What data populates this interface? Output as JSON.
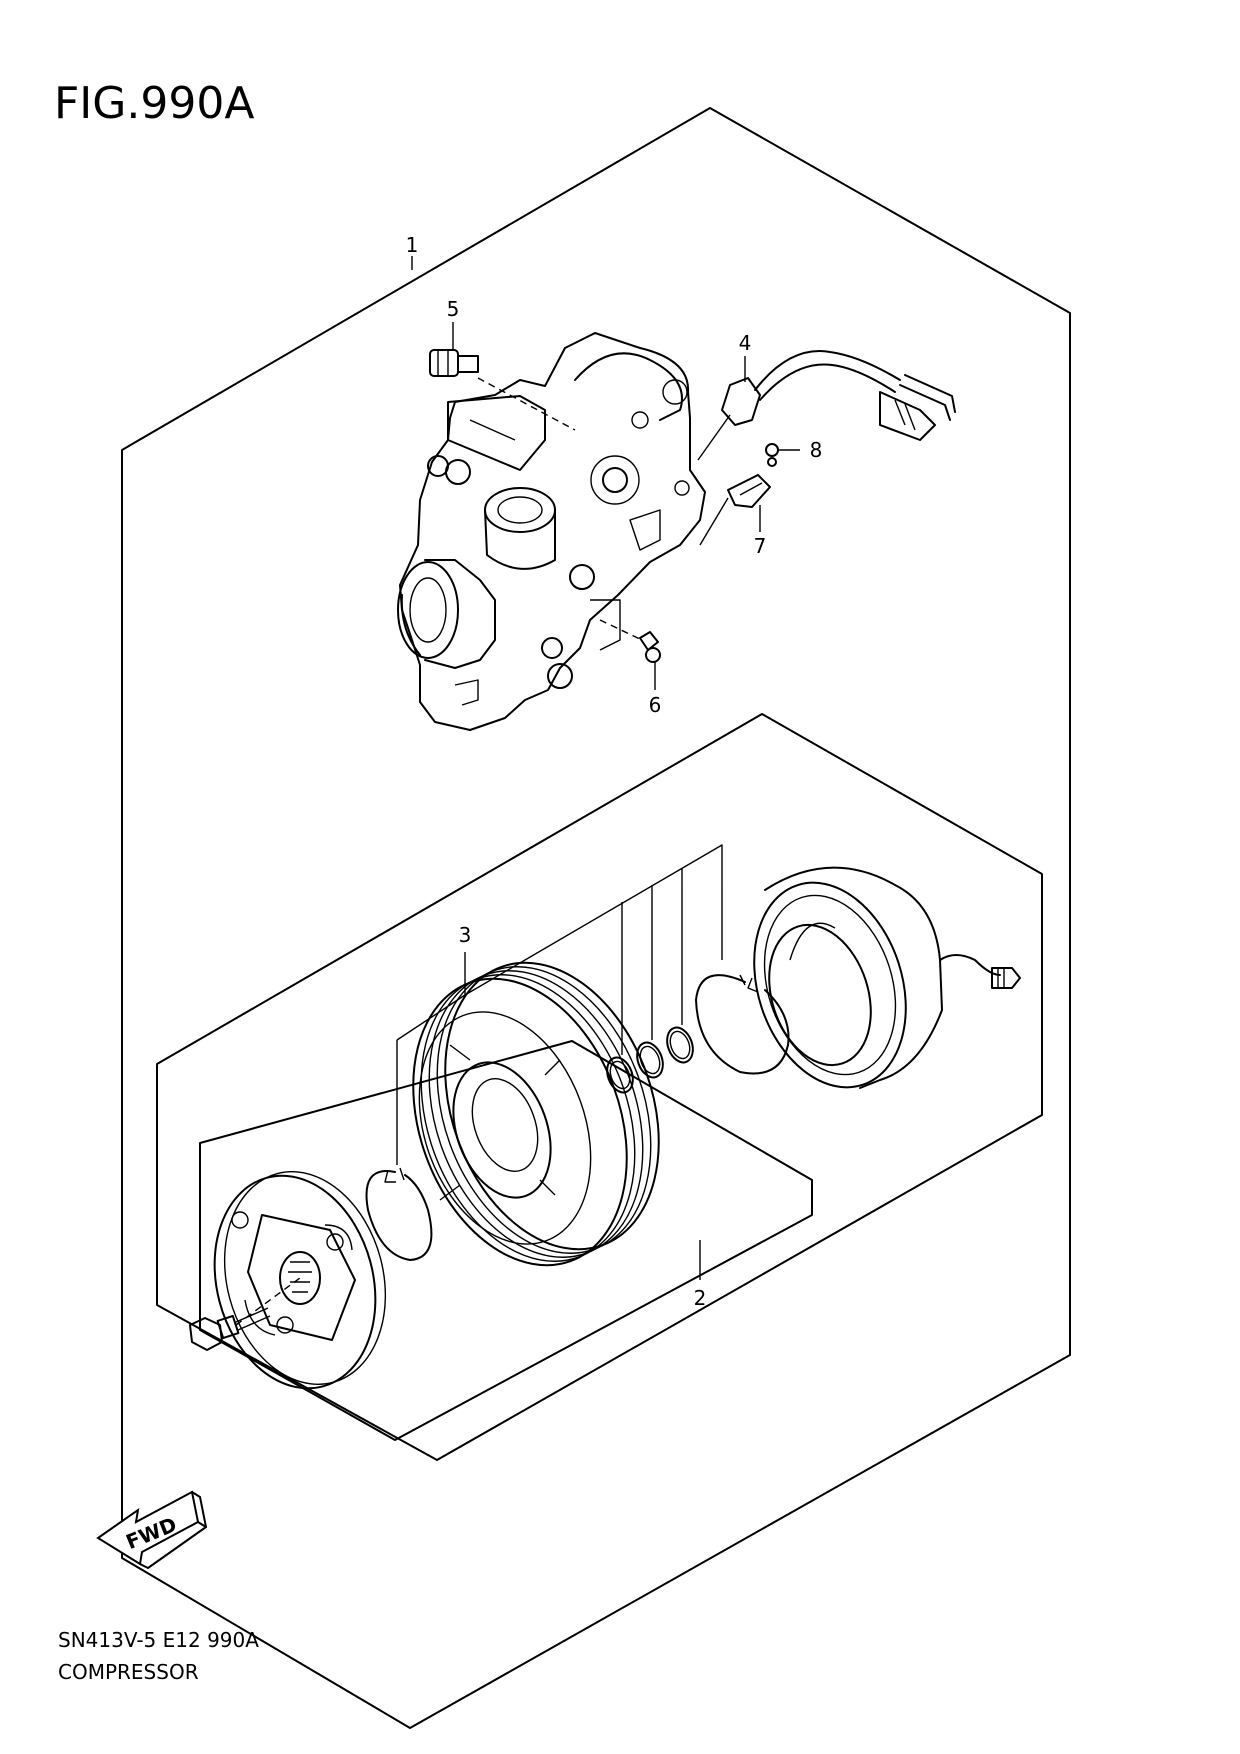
{
  "figure": {
    "title": "FIG.990A"
  },
  "callouts": [
    {
      "id": "1",
      "label": "1"
    },
    {
      "id": "2",
      "label": "2"
    },
    {
      "id": "3",
      "label": "3"
    },
    {
      "id": "4",
      "label": "4"
    },
    {
      "id": "5",
      "label": "5"
    },
    {
      "id": "6",
      "label": "6"
    },
    {
      "id": "7",
      "label": "7"
    },
    {
      "id": "8",
      "label": "8"
    }
  ],
  "direction_arrow": {
    "label": "FWD"
  },
  "footer": {
    "model_code": "SN413V-5 E12 990A",
    "section_name": "COMPRESSOR"
  }
}
